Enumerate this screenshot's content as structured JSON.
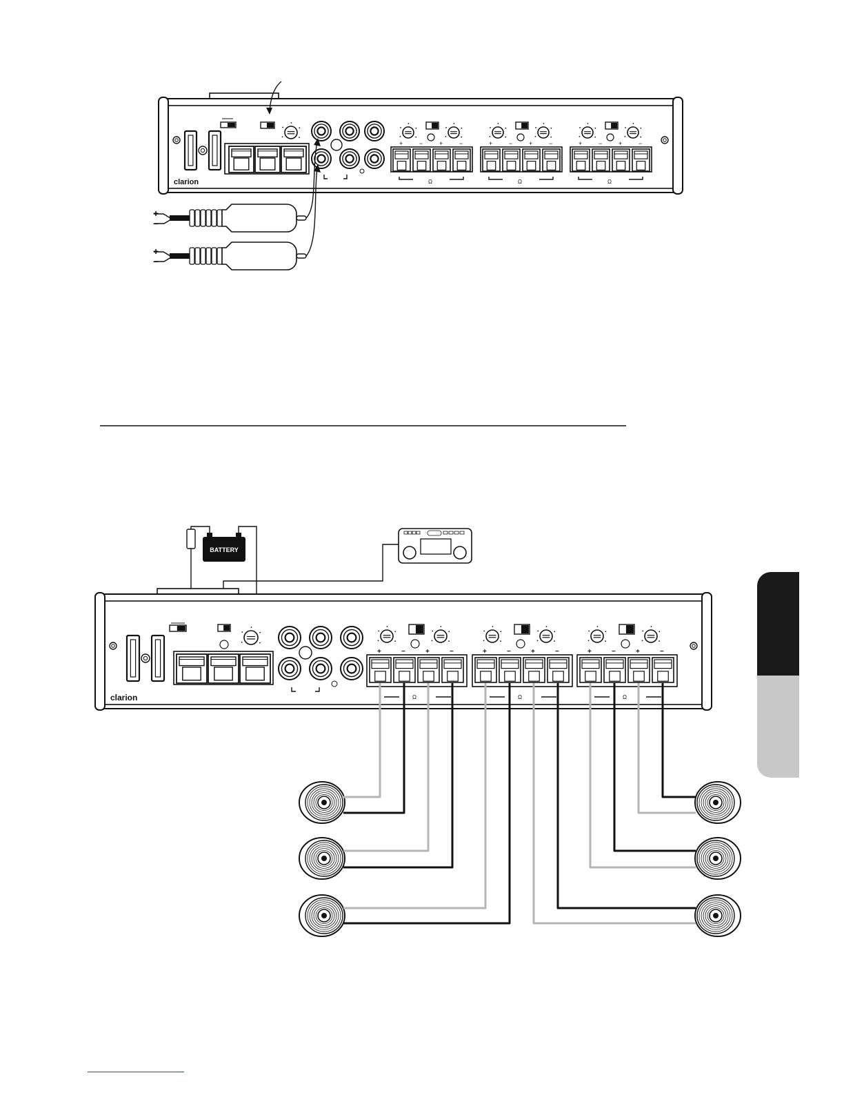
{
  "brand": "clarion",
  "battery_label": "BATTERY",
  "polarity": {
    "plus": "+",
    "minus": "−"
  },
  "ohm_symbol": "Ω",
  "wire_colors": {
    "black": "#111111",
    "gray": "#b5b5b5"
  },
  "section_tabs": {
    "dark": "#1a1a1a",
    "light": "#c8c8c8"
  },
  "icons": [
    "amplifier-panel",
    "rca-jack-icon",
    "gain-knob-icon",
    "switch-icon",
    "speaker-terminal-icon",
    "power-terminal-icon",
    "fuse-icon",
    "battery-icon",
    "head-unit-icon",
    "marine-speaker-icon",
    "rca-plug-icon"
  ]
}
